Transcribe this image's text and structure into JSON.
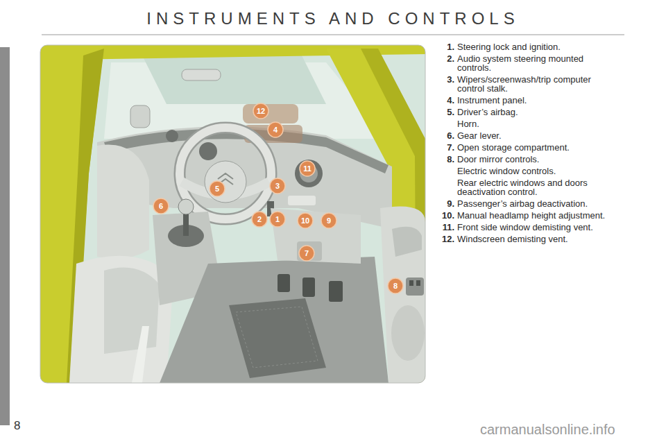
{
  "diagram": {
    "title": "INSTRUMENTS AND CONTROLS",
    "labels": [
      "12",
      "4",
      "11",
      "3",
      "5",
      "6",
      "2",
      "1",
      "10",
      "9",
      "7",
      "8",
      "1.",
      "Steering lock and ignition.",
      "2.",
      "Audio system steering mounted controls.",
      "3.",
      "Wipers/screenwash/trip computer control stalk.",
      "4.",
      "Instrument panel.",
      "5.",
      "Driver’s airbag.",
      "Horn.",
      "6.",
      "Gear lever.",
      "7.",
      "Open storage compartment.",
      "8.",
      "Door mirror controls.",
      "Electric window controls.",
      "Rear electric windows and doors deactivation control.",
      "9.",
      "Passenger’s airbag deactivation.",
      "10.",
      "Manual headlamp height adjustment.",
      "11.",
      "Front side window demisting vent.",
      "12.",
      "Windscreen demisting vent.",
      "8",
      "carmanualsonline.info"
    ]
  }
}
